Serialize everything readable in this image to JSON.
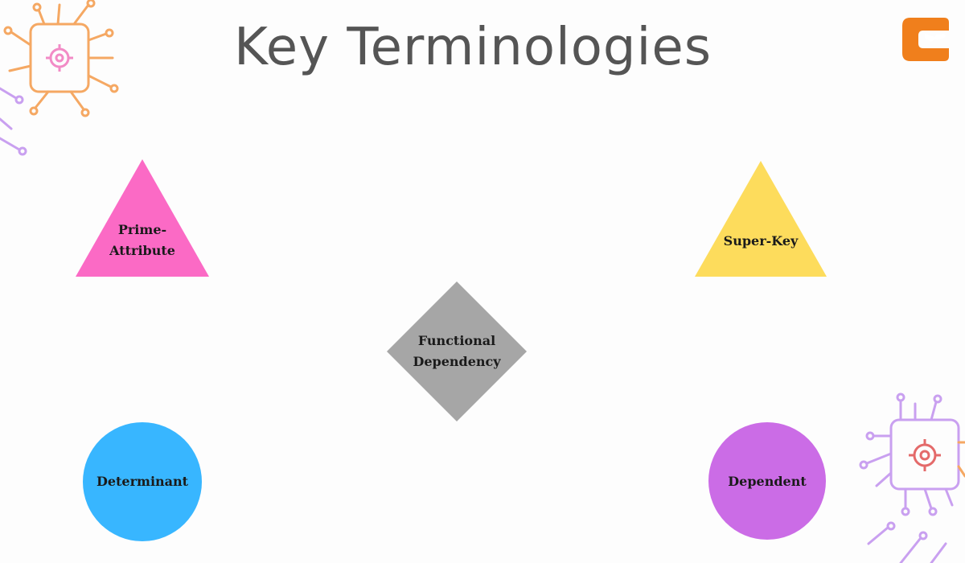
{
  "title": "Key Terminologies",
  "brand": {
    "accent": "#f07f1c"
  },
  "terms": {
    "prime_attribute": {
      "line1": "Prime-",
      "line2": "Attribute",
      "color": "#fb6ac5",
      "shape": "triangle"
    },
    "super_key": {
      "label": "Super-Key",
      "color": "#fddc5c",
      "shape": "triangle"
    },
    "functional_dependency": {
      "line1": "Functional",
      "line2": "Dependency",
      "color": "#a6a6a6",
      "shape": "diamond"
    },
    "determinant": {
      "label": "Determinant",
      "color": "#38b6ff",
      "shape": "circle"
    },
    "dependent": {
      "label": "Dependent",
      "color": "#cb6ce6",
      "shape": "circle"
    }
  },
  "decoration": {
    "orange": "#f5a863",
    "purple": "#c9a0f0",
    "gear_pink": "#f28bc6",
    "gear_red": "#e46a6a"
  }
}
